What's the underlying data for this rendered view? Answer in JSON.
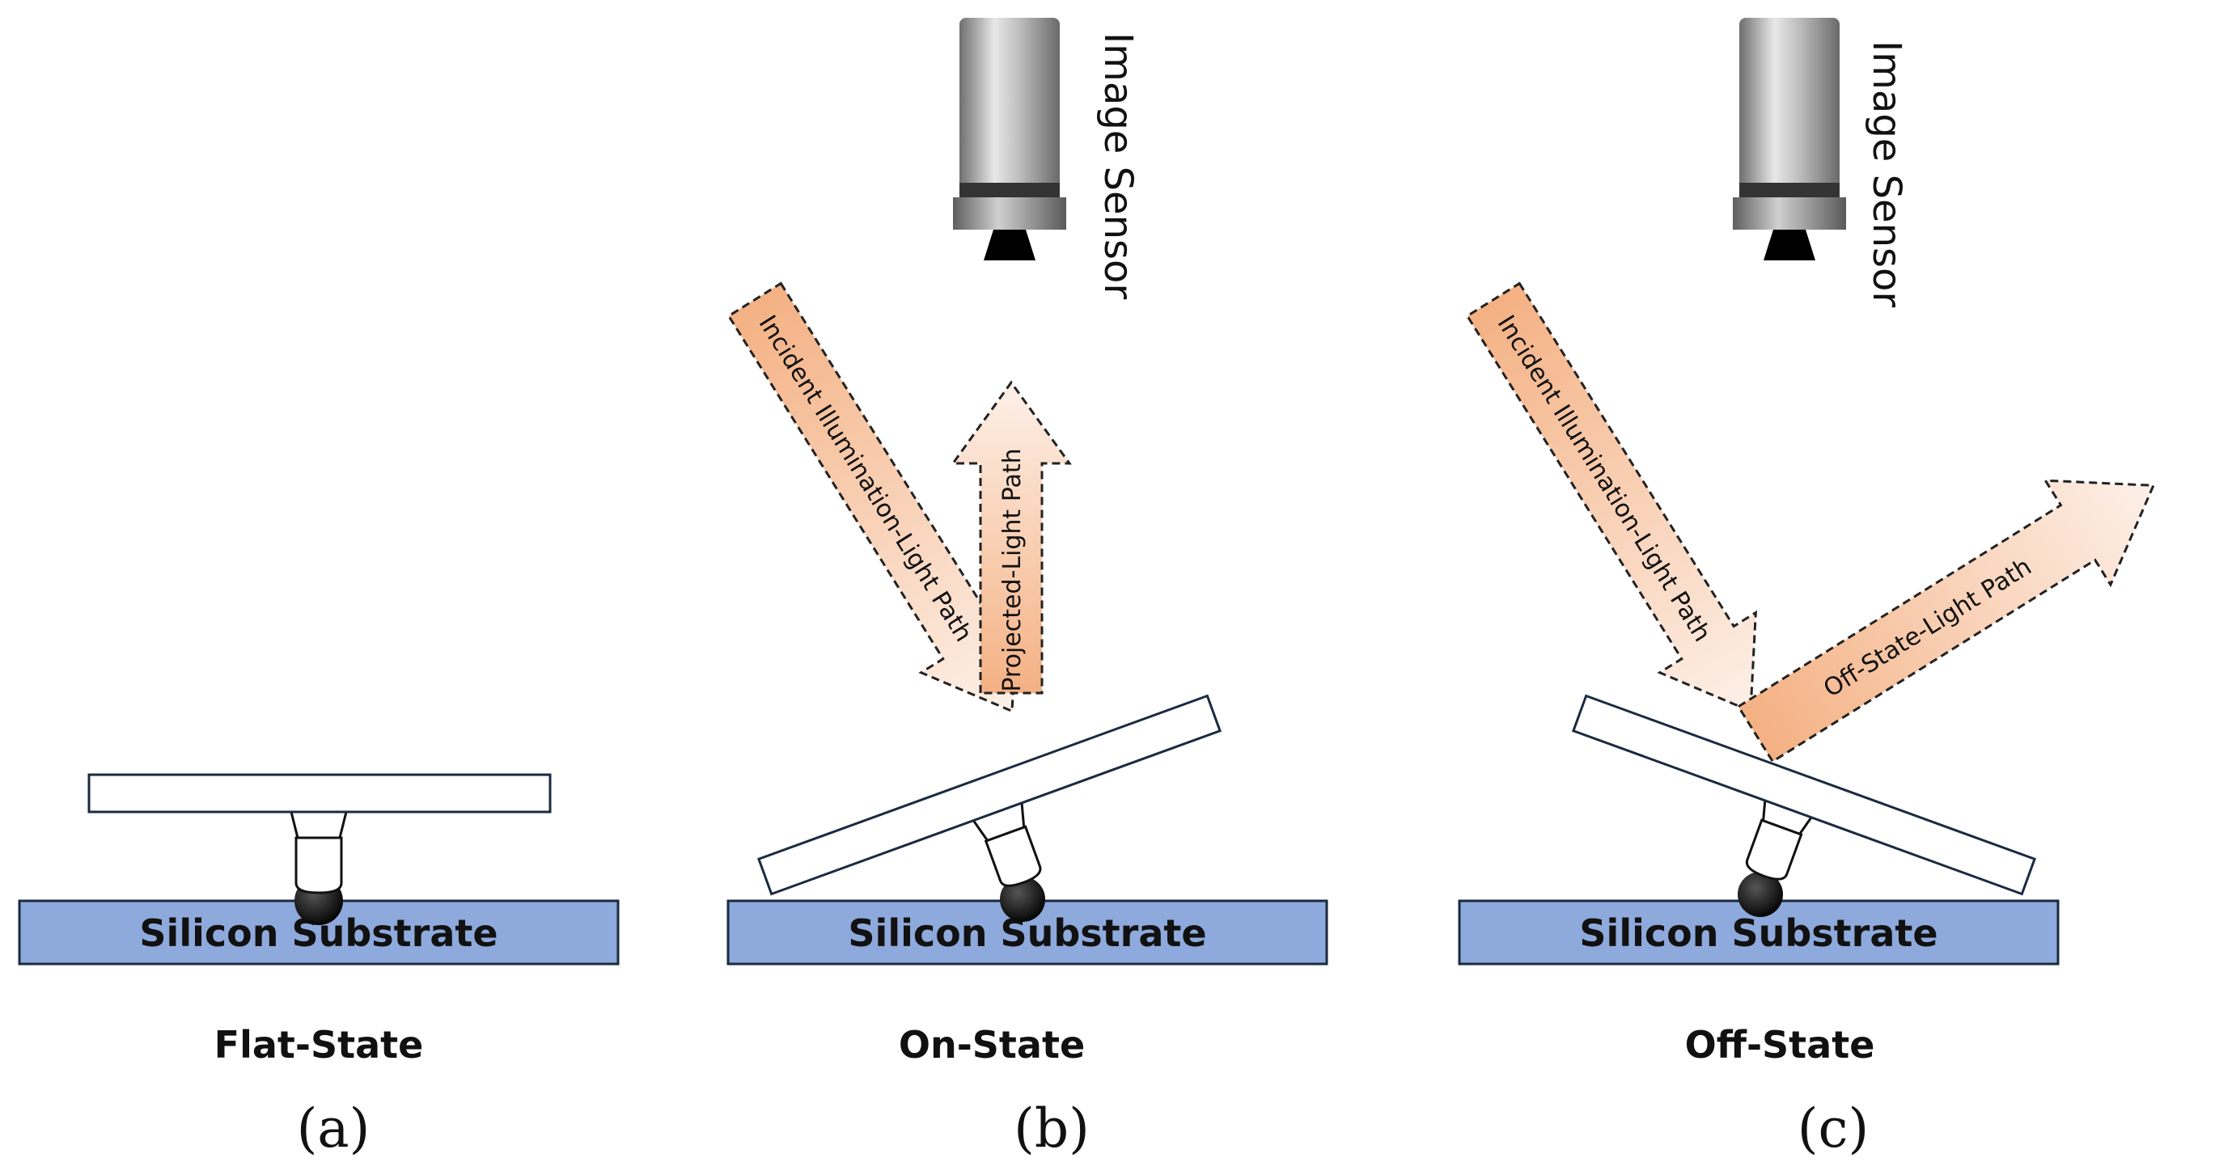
{
  "substrate_label": "Silicon Substrate",
  "sensor_label": "Image Sensor",
  "arrows": {
    "incident": "Incident Illumination-Light Path",
    "projected": "Projected-Light Path",
    "off_state": "Off-State-Light Path"
  },
  "panels": {
    "a": {
      "state": "Flat-State",
      "label": "(a)"
    },
    "b": {
      "state": "On-State",
      "label": "(b)"
    },
    "c": {
      "state": "Off-State",
      "label": "(c)"
    }
  },
  "colors": {
    "substrate": "#8EA9DB",
    "arrow_fill": "#F8CBAD",
    "outline": "#1a2a40"
  }
}
